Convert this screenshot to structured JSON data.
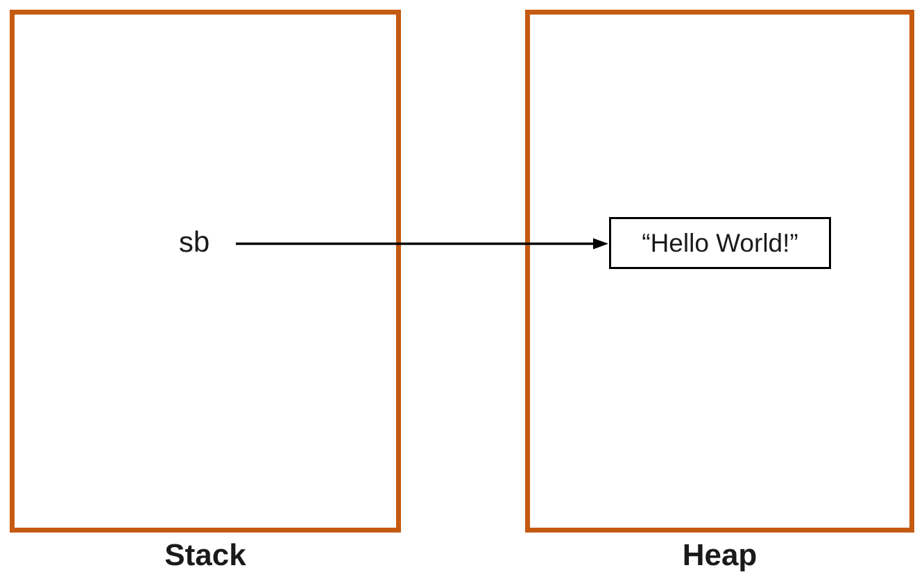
{
  "diagram": {
    "stack": {
      "label": "Stack",
      "variable": "sb"
    },
    "heap": {
      "label": "Heap",
      "object_value": "“Hello World!”"
    },
    "relationship": "sb points to heap string object"
  },
  "colors": {
    "region_border": "#C55A11",
    "line": "#000000",
    "text": "#1a1a1a",
    "background": "#ffffff"
  }
}
